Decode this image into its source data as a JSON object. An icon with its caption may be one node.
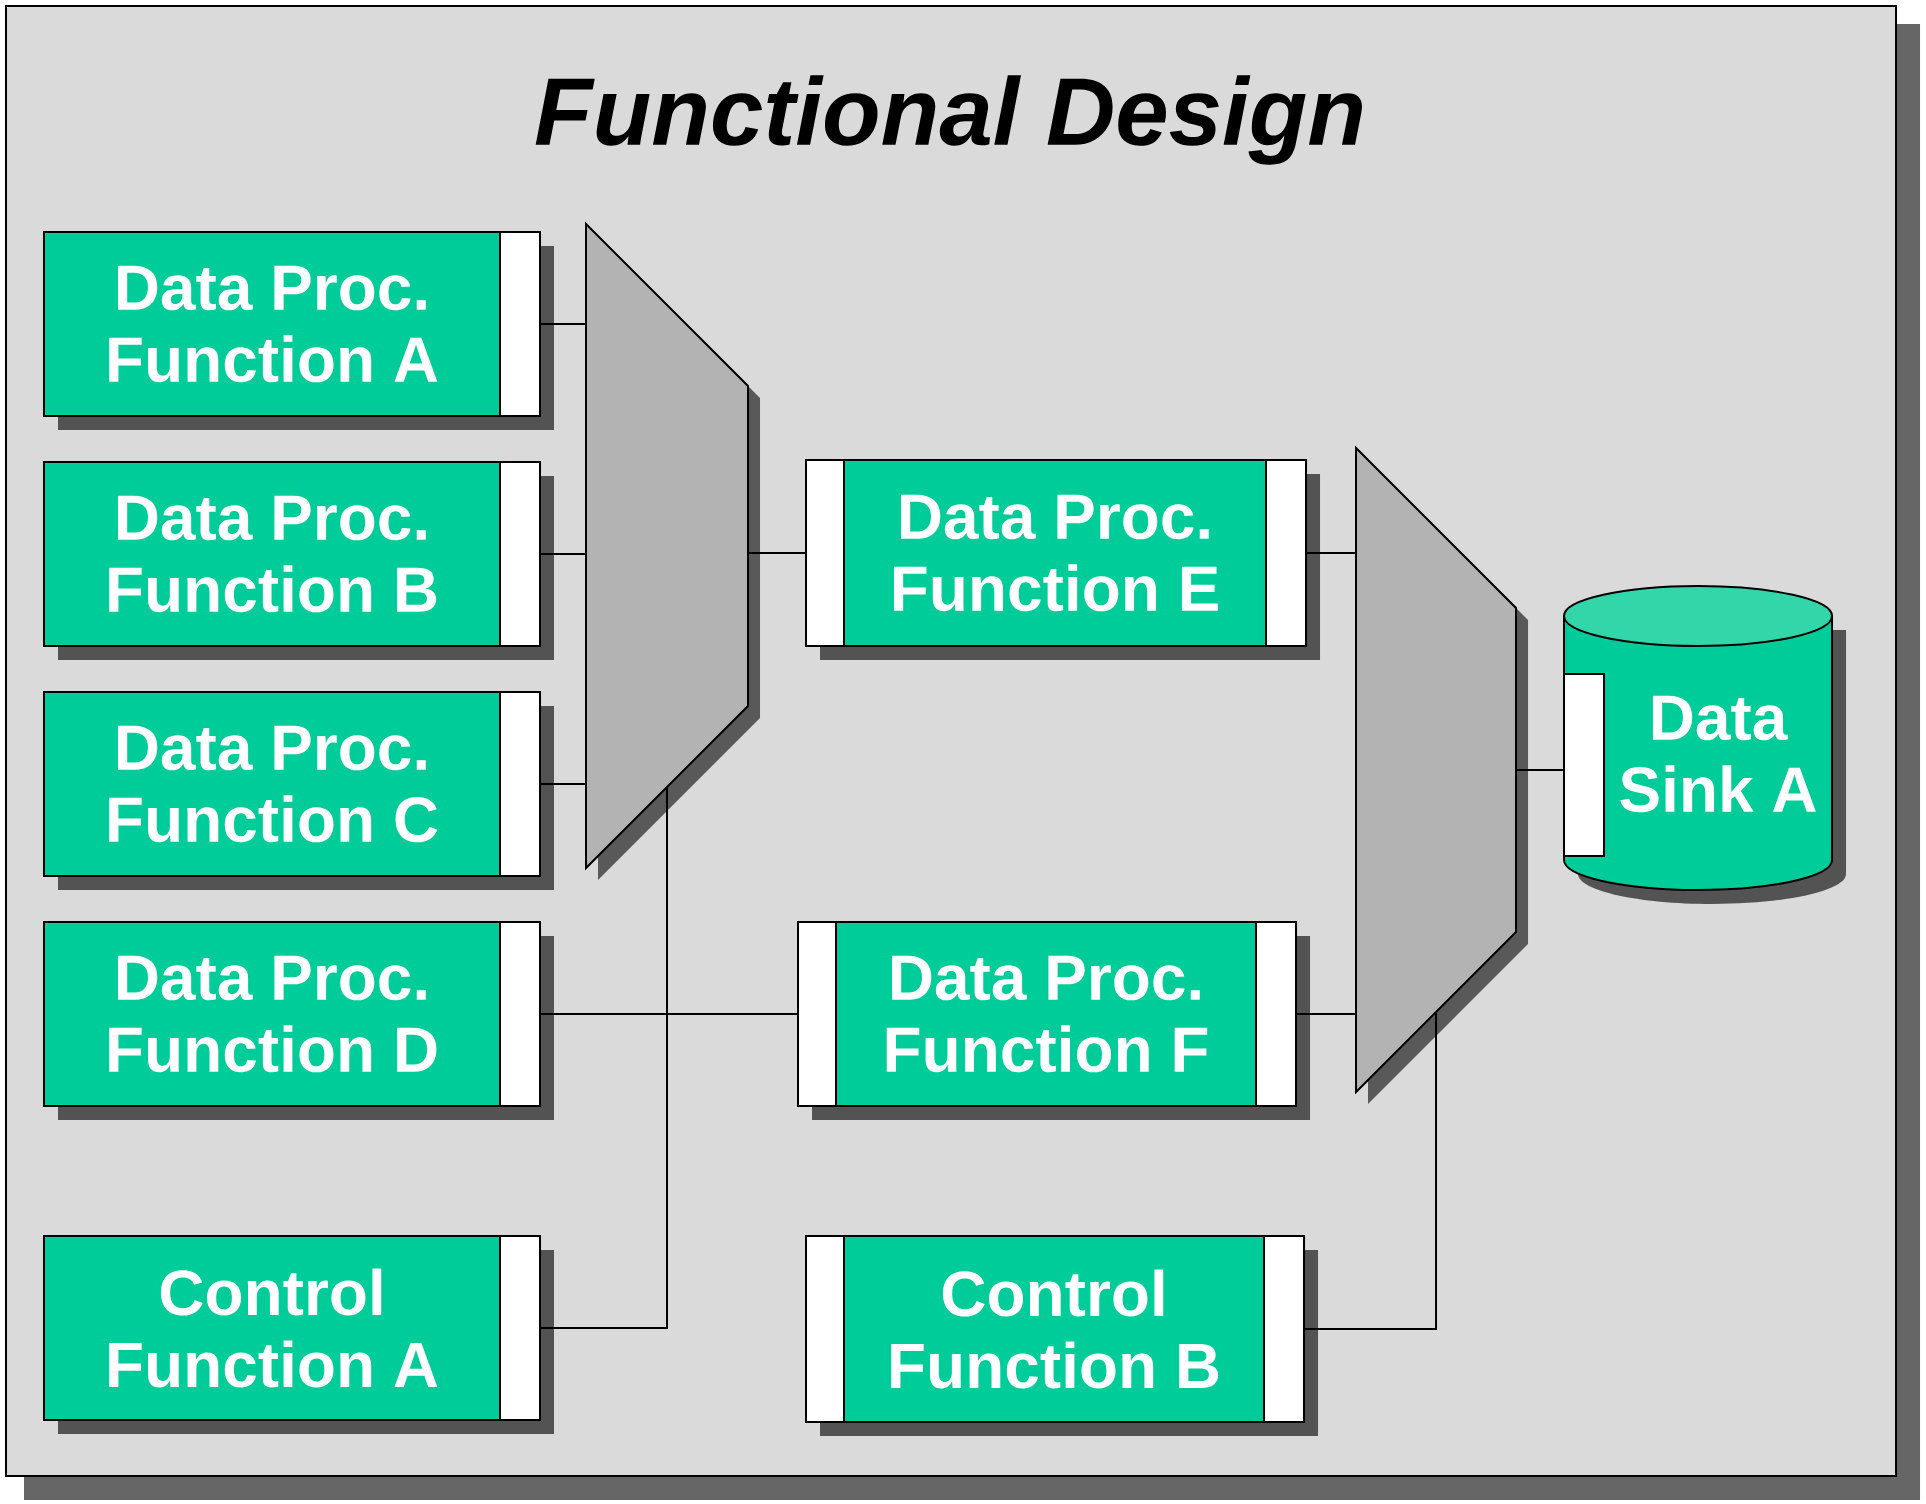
{
  "diagram": {
    "title": "Functional Design",
    "nodes": [
      {
        "text": [
          "Data Proc. Function A"
        ]
      },
      {
        "text": [
          "Data Proc. Function B"
        ]
      },
      {
        "text": [
          "Data Proc. Function C"
        ]
      },
      {
        "text": [
          "Data Proc. Function D"
        ]
      },
      {
        "text": [
          "Control Function A"
        ]
      },
      {
        "text": [],
        "shape": "trapezoid"
      },
      {
        "text": [
          "Data Proc. Function E"
        ]
      },
      {
        "text": [
          "Data Proc. Function F"
        ]
      },
      {
        "text": [
          "Control Function B"
        ]
      },
      {
        "text": [],
        "shape": "trapezoid"
      },
      {
        "text": [
          "Data Sink A"
        ]
      }
    ],
    "edges": [
      {
        "from": 0,
        "to": 5,
        "arrow": "none"
      },
      {
        "from": 1,
        "to": 5,
        "arrow": "none"
      },
      {
        "from": 2,
        "to": 5,
        "arrow": "none"
      },
      {
        "from": 4,
        "to": 5,
        "arrow": "none"
      },
      {
        "from": 5,
        "to": 6,
        "arrow": "none"
      },
      {
        "from": 3,
        "to": 7,
        "arrow": "none"
      },
      {
        "from": 6,
        "to": 9,
        "arrow": "none"
      },
      {
        "from": 7,
        "to": 9,
        "arrow": "none"
      },
      {
        "from": 8,
        "to": 9,
        "arrow": "none"
      },
      {
        "from": 9,
        "to": 10,
        "arrow": "none"
      }
    ]
  }
}
